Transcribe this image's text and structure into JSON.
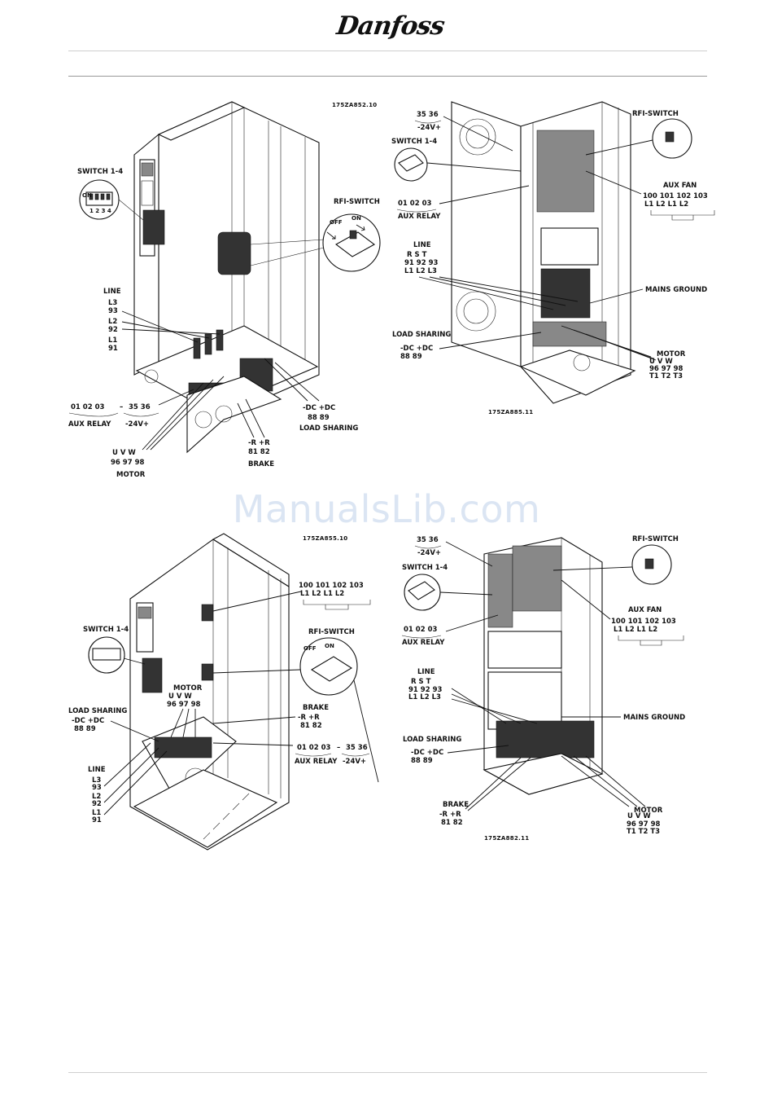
{
  "header": {
    "brand": "Danfoss"
  },
  "watermark": "ManualsLib.com",
  "fig1": {
    "code": "175ZA852.10",
    "switch": "SWITCH 1-4",
    "on": "ON",
    "sw_nums": "1 2 3 4",
    "rfi": "RFI-SWITCH",
    "off": "OFF",
    "on2": "ON",
    "line": "LINE",
    "l3": "L3",
    "n93": "93",
    "l2": "L2",
    "n92": "92",
    "l1": "L1",
    "n91": "91",
    "relay_nums": "01  02  03",
    "relay": "AUX  RELAY",
    "v24_nums": "35  36",
    "dash": "–",
    "v24": "-24V+",
    "dc_labels": "-DC  +DC",
    "dc_nums": "88    89",
    "load": "LOAD  SHARING",
    "brake_labels": "-R  +R",
    "brake_nums": "81  82",
    "brake": "BRAKE",
    "uvw": "U    V    W",
    "motor_nums": "96  97  98",
    "motor": "MOTOR"
  },
  "fig2": {
    "code": "175ZA885.11",
    "v24_nums": "35  36",
    "v24": "-24V+",
    "switch": "SWITCH  1-4",
    "relay_nums": "01  02  03",
    "relay": "AUX  RELAY",
    "line": "LINE",
    "rst": "R    S    T",
    "line_nums": "91  92  93",
    "line_l": "L1  L2  L3",
    "load": "LOAD  SHARING",
    "dc_labels": "-DC  +DC",
    "dc_nums": "88    89",
    "rfi": "RFI-SWITCH",
    "auxfan": "AUX  FAN",
    "fan_nums": "100    101    102    103",
    "fan_l": "L1      L2      L1      L2",
    "mains": "MAINS  GROUND",
    "motor": "MOTOR",
    "uvw": "U    V    W",
    "motor_nums": "96  97  98",
    "motor_t": "T1  T2  T3"
  },
  "fig3": {
    "code": "175ZA855.10",
    "fan_nums": "100    101    102    103",
    "fan_l": "L1      L2      L1      L2",
    "switch": "SWITCH  1-4",
    "rfi": "RFI-SWITCH",
    "off": "OFF",
    "on": "ON",
    "motor": "MOTOR",
    "uvw": "U    V    W",
    "motor_nums": "96  97  98",
    "load": "LOAD  SHARING",
    "dc_labels": "-DC  +DC",
    "dc_nums": "88    89",
    "brake": "BRAKE",
    "brake_labels": "-R  +R",
    "brake_nums": "81  82",
    "relay_nums": "01  02  03",
    "v24_nums": "35  36",
    "dash": "–",
    "relay": "AUX  RELAY",
    "v24": "-24V+",
    "line": "LINE",
    "l3": "L3",
    "n93": "93",
    "l2": "L2",
    "n92": "92",
    "l1": "L1",
    "n91": "91"
  },
  "fig4": {
    "code": "175ZA882.11",
    "v24_nums": "35  36",
    "v24": "-24V+",
    "switch": "SWITCH  1-4",
    "relay_nums": "01  02  03",
    "relay": "AUX  RELAY",
    "rfi": "RFI-SWITCH",
    "auxfan": "AUX  FAN",
    "fan_nums": "100    101    102    103",
    "fan_l": "L1      L2      L1      L2",
    "line": "LINE",
    "rst": "R    S    T",
    "line_nums": "91  92  93",
    "line_l": "L1  L2  L3",
    "mains": "MAINS  GROUND",
    "load": "LOAD  SHARING",
    "dc_labels": "-DC  +DC",
    "dc_nums": "88    89",
    "brake": "BRAKE",
    "brake_labels": "-R  +R",
    "brake_nums": "81  82",
    "motor": "MOTOR",
    "uvw": "U    V    W",
    "motor_nums": "96  97  98",
    "motor_t": "T1  T2  T3"
  }
}
